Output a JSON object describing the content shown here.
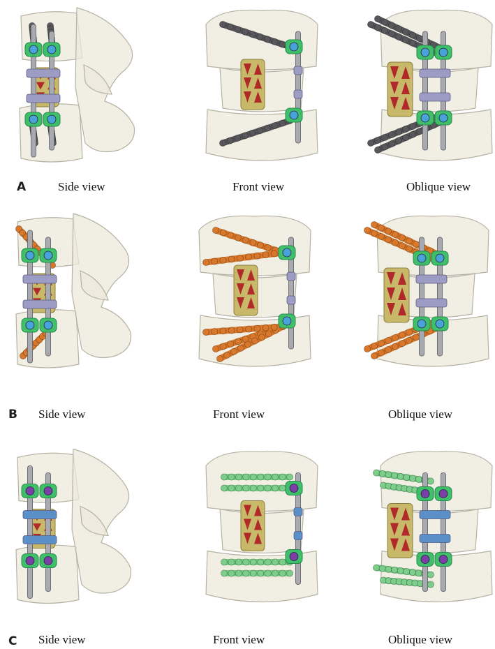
{
  "rows": [
    {
      "letter": "A",
      "labels": [
        "Side view",
        "Front view",
        "Oblique view"
      ],
      "screw_color": "#58585c",
      "screw_style": "dark-gray-threaded",
      "cap_color": "#3fbf6a",
      "setscrew_color": "#4aa3d8",
      "connector_color": "#9c9cc4"
    },
    {
      "letter": "B",
      "labels": [
        "Side view",
        "Front view",
        "Oblique view"
      ],
      "screw_color": "#d9782a",
      "screw_style": "orange-threaded",
      "cap_color": "#3fbf6a",
      "setscrew_color": "#4aa3d8",
      "connector_color": "#9c9cc4"
    },
    {
      "letter": "C",
      "labels": [
        "Side view",
        "Front view",
        "Oblique view"
      ],
      "screw_color": "#7ccf8a",
      "screw_style": "green-threaded",
      "cap_color": "#3fbf6a",
      "setscrew_color": "#7b3fa6",
      "connector_color": "#5a8fc7"
    }
  ],
  "colors": {
    "bone": "#e9e5d6",
    "bone_edge": "#a9a594",
    "cage": "#c8b86a",
    "cage_window": "#b02a2a",
    "rod": "#a8aab0"
  }
}
